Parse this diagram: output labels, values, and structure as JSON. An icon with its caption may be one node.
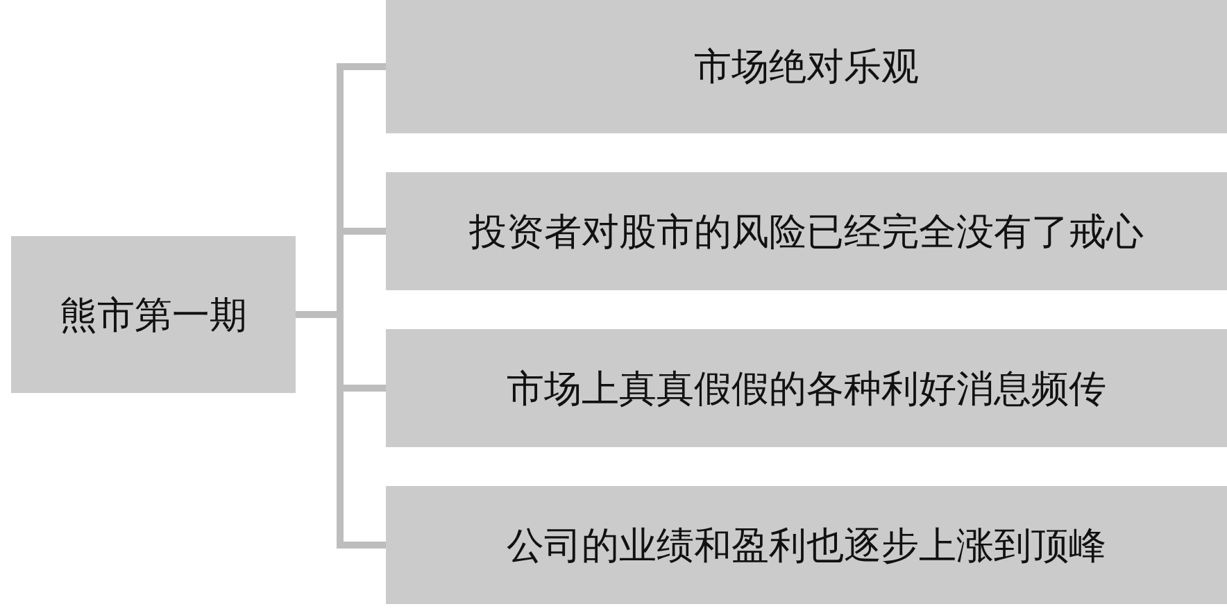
{
  "diagram": {
    "nodes": [
      {
        "text": [
          "熊市第一期"
        ]
      },
      {
        "text": [
          "市场绝对乐观"
        ]
      },
      {
        "text": [
          "投资者对股市的风险已经完全没有了戒心"
        ]
      },
      {
        "text": [
          "市场上真真假假的各种利好消息频传"
        ]
      },
      {
        "text": [
          "公司的业绩和盈利也逐步上涨到顶峰"
        ]
      }
    ],
    "edges": [
      {
        "from": 0,
        "to": 1,
        "arrow": "none"
      },
      {
        "from": 0,
        "to": 2,
        "arrow": "none"
      },
      {
        "from": 0,
        "to": 3,
        "arrow": "none"
      },
      {
        "from": 0,
        "to": 4,
        "arrow": "none"
      }
    ]
  }
}
